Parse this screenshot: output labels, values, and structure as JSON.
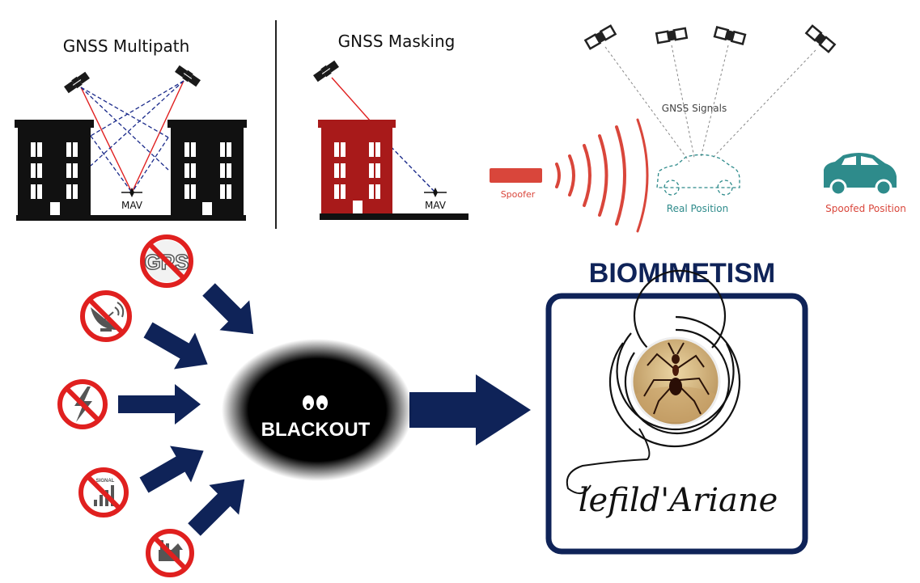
{
  "panels": {
    "multipath": {
      "title": "GNSS Multipath",
      "mav_label": "MAV"
    },
    "masking": {
      "title": "GNSS Masking",
      "mav_label": "MAV"
    },
    "spoofing": {
      "signals_label": "GNSS Signals",
      "spoofer_label": "Spoofer",
      "real_label": "Real Position",
      "spoofed_label": "Spoofed Position"
    }
  },
  "threat_icons": [
    {
      "name": "gps",
      "text": "GPS"
    },
    {
      "name": "radar-dish"
    },
    {
      "name": "lightning"
    },
    {
      "name": "signal-bars",
      "text": "SIGNAL"
    },
    {
      "name": "industrial"
    }
  ],
  "blackout": {
    "label": "BLACKOUT"
  },
  "biomimetism": {
    "title": "BIOMIMETISM",
    "logo_text": "lefild'Ariane"
  },
  "colors": {
    "navy": "#0f2358",
    "threat_red": "#e0201f",
    "building_red": "#a81a1a",
    "spoofer_red": "#d9463b",
    "teal": "#2e8b8b"
  }
}
